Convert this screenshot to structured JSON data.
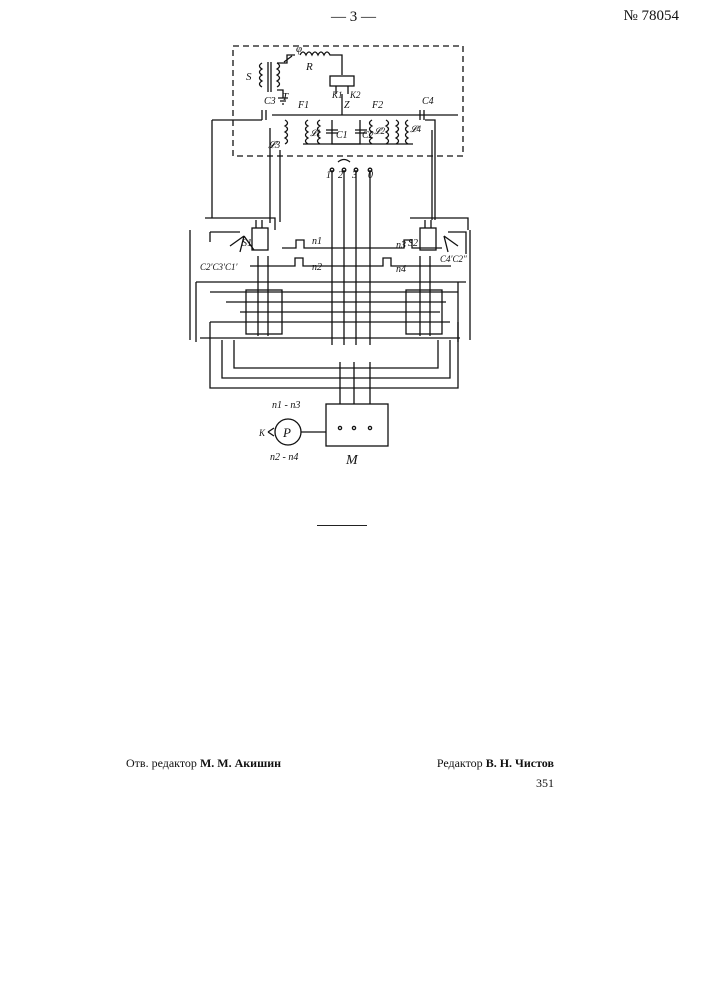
{
  "header": {
    "page_number": "— 3 —",
    "patent_number": "№ 78054"
  },
  "figure": {
    "labels": {
      "S": "S",
      "T": "T",
      "R": "R",
      "phi": "φ",
      "C3": "C3",
      "L3": "𝓛3",
      "F1": "F1",
      "L1": "𝓛1",
      "C1": "C1",
      "K1": "K1",
      "K2": "K2",
      "Z": "Z",
      "F2": "F2",
      "C2": "C2",
      "L2": "𝓛2",
      "C4": "C4",
      "L4": "𝓛4",
      "terminals": [
        "1",
        "2",
        "3",
        "0"
      ],
      "S1": "S1",
      "S2": "S2",
      "n1": "n1",
      "n2": "n2",
      "n3": "n3",
      "n4": "n4",
      "left_contacts": "C2′C3′C1′",
      "right_contacts": "C4′C2″",
      "relay_top": "n1 - n3",
      "relay_bottom": "n2 - n4",
      "relay_K": "K",
      "relay_P": "P",
      "motor": "M"
    }
  },
  "footer": {
    "responsible_editor_label": "Отв. редактор",
    "responsible_editor_name": "М. М. Акишин",
    "editor_label": "Редактор",
    "editor_name": "В. Н. Чистов",
    "sheet_number": "351"
  }
}
